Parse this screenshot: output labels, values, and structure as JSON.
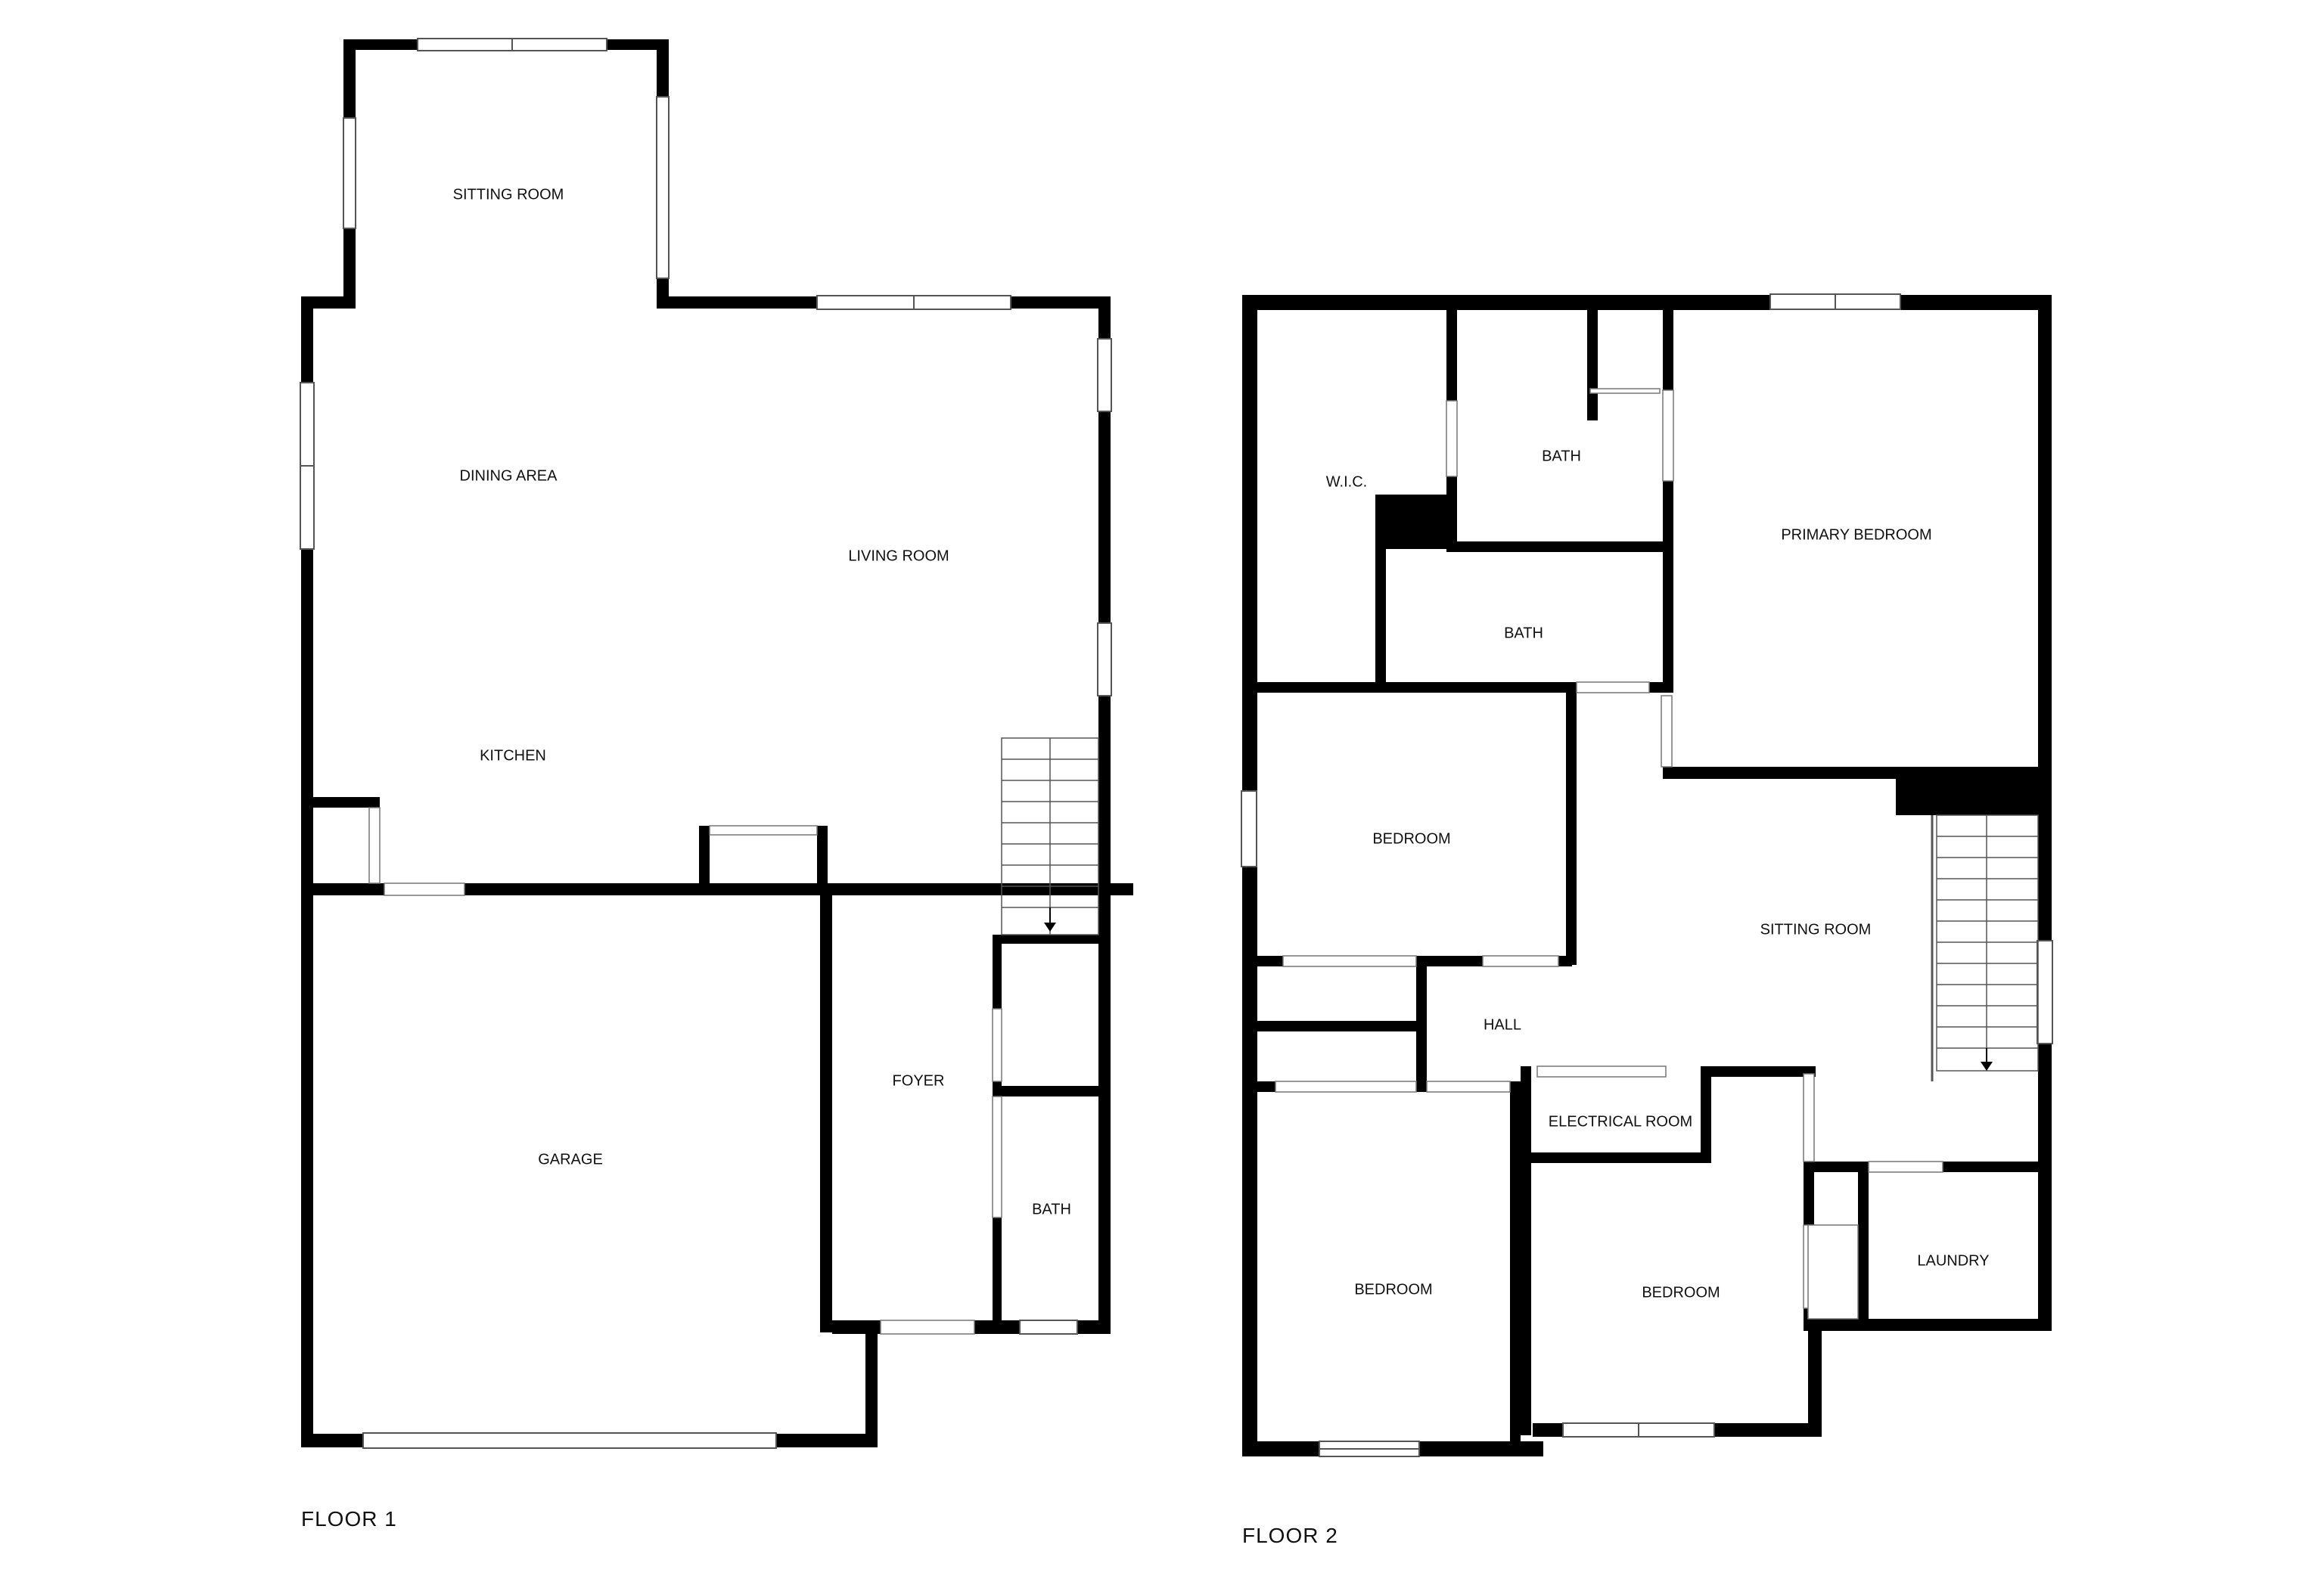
{
  "colors": {
    "wall": "#000000",
    "background": "#ffffff",
    "window_frame": "#555555",
    "stair_line": "#666666"
  },
  "floors": [
    {
      "label": "FLOOR 1",
      "rooms": [
        {
          "key": "sitting_room",
          "label": "SITTING ROOM"
        },
        {
          "key": "dining_area",
          "label": "DINING AREA"
        },
        {
          "key": "living_room",
          "label": "LIVING ROOM"
        },
        {
          "key": "kitchen",
          "label": "KITCHEN"
        },
        {
          "key": "foyer",
          "label": "FOYER"
        },
        {
          "key": "garage",
          "label": "GARAGE"
        },
        {
          "key": "bath",
          "label": "BATH"
        }
      ]
    },
    {
      "label": "FLOOR 2",
      "rooms": [
        {
          "key": "wic",
          "label": "W.I.C."
        },
        {
          "key": "bath_upper",
          "label": "BATH"
        },
        {
          "key": "bath_lower",
          "label": "BATH"
        },
        {
          "key": "primary_bedroom",
          "label": "PRIMARY BEDROOM"
        },
        {
          "key": "bedroom_a",
          "label": "BEDROOM"
        },
        {
          "key": "sitting_room",
          "label": "SITTING ROOM"
        },
        {
          "key": "hall",
          "label": "HALL"
        },
        {
          "key": "electrical_room",
          "label": "ELECTRICAL ROOM"
        },
        {
          "key": "bedroom_b",
          "label": "BEDROOM"
        },
        {
          "key": "bedroom_c",
          "label": "BEDROOM"
        },
        {
          "key": "laundry",
          "label": "LAUNDRY"
        }
      ]
    }
  ]
}
